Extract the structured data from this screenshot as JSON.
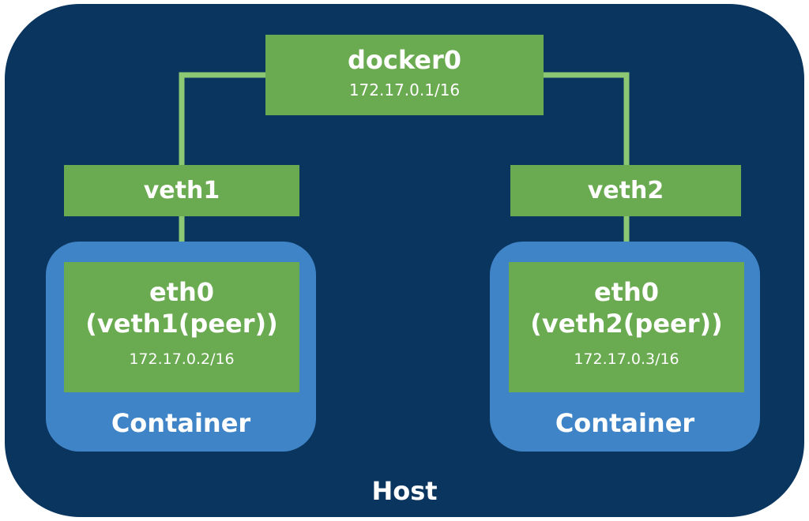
{
  "host": {
    "label": "Host"
  },
  "bridge": {
    "name": "docker0",
    "ip": "172.17.0.1/16"
  },
  "veths": [
    {
      "name": "veth1"
    },
    {
      "name": "veth2"
    }
  ],
  "containers": [
    {
      "label": "Container",
      "iface": "eth0",
      "peer": "(veth1(peer))",
      "ip": "172.17.0.2/16"
    },
    {
      "label": "Container",
      "iface": "eth0",
      "peer": "(veth2(peer))",
      "ip": "172.17.0.3/16"
    }
  ],
  "colors": {
    "host_bg": "#0a355f",
    "container_bg": "#3f84c7",
    "interface_bg": "#6aaa50",
    "connector": "#8cc874"
  }
}
